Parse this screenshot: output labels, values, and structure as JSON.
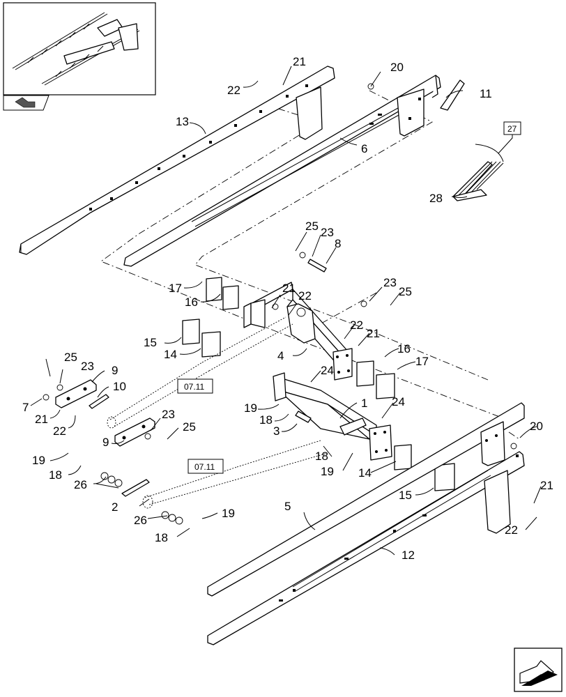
{
  "callouts": {
    "c1": "1",
    "c2": "2",
    "c3": "3",
    "c4": "4",
    "c5": "5",
    "c6": "6",
    "c7": "7",
    "c8": "8",
    "c9a": "9",
    "c9b": "9",
    "c10": "10",
    "c11": "11",
    "c12": "12",
    "c13": "13",
    "c14a": "14",
    "c14b": "14",
    "c15a": "15",
    "c15b": "15",
    "c16a": "16",
    "c16b": "16",
    "c17a": "17",
    "c17b": "17",
    "c18a": "18",
    "c18b": "18",
    "c18c": "18",
    "c18d": "18",
    "c19a": "19",
    "c19b": "19",
    "c19c": "19",
    "c19d": "19",
    "c20a": "20",
    "c20b": "20",
    "c21a": "21",
    "c21b": "21",
    "c21c": "21",
    "c21d": "21",
    "c21e": "21",
    "c22a": "22",
    "c22b": "22",
    "c22c": "22",
    "c22d": "22",
    "c22e": "22",
    "c23a": "23",
    "c23b": "23",
    "c23c": "23",
    "c23d": "23",
    "c24a": "24",
    "c24b": "24",
    "c25a": "25",
    "c25b": "25",
    "c25c": "25",
    "c25d": "25",
    "c26a": "26",
    "c26b": "26",
    "c28": "28"
  },
  "boxes": {
    "ref27": "27",
    "ref0711a": "07.11",
    "ref0711b": "07.11"
  },
  "icons": {
    "thumbnail": "assembly-overview-thumbnail",
    "back": "back-arrow-icon",
    "next": "next-page-arrow-icon"
  }
}
